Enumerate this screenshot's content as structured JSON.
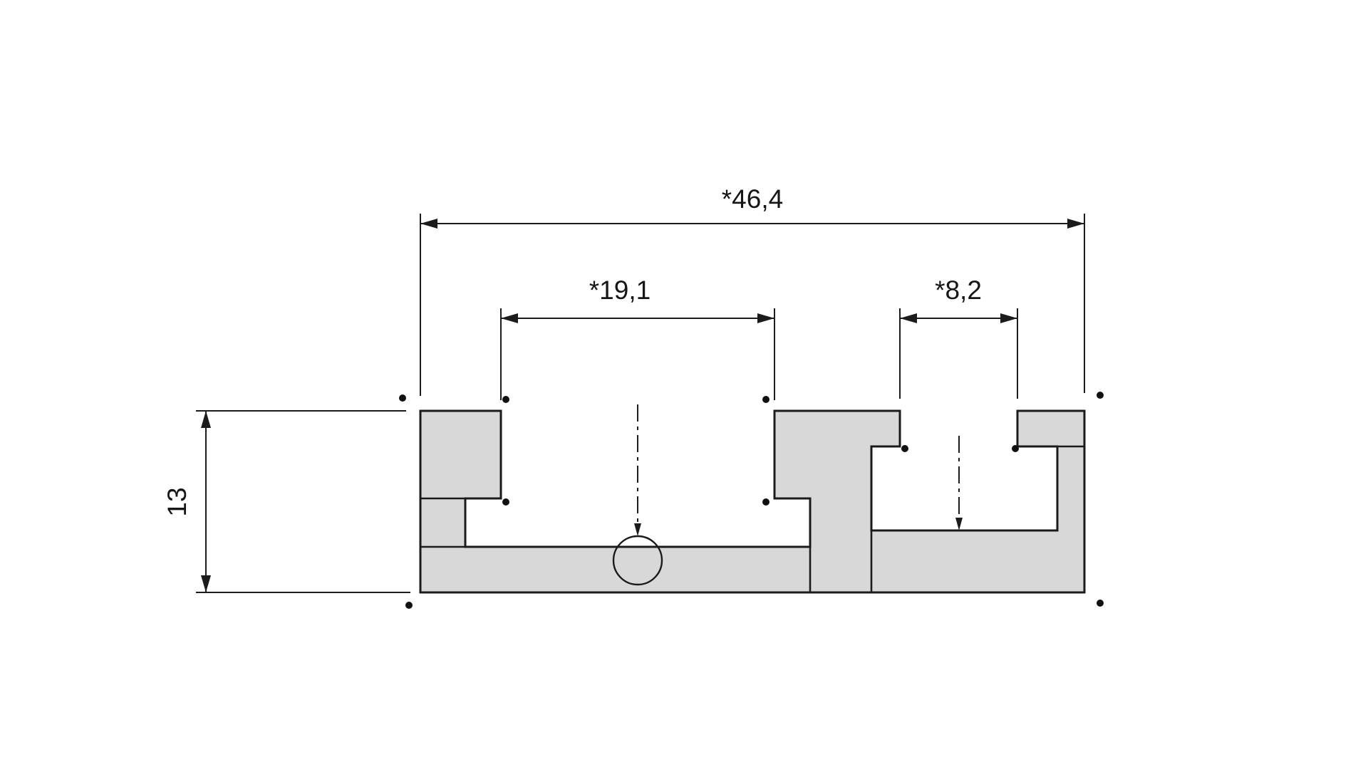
{
  "drawing": {
    "background_color": "#ffffff",
    "line_color": "#1b1b1b",
    "profile_fill_color": "#d8d8d8",
    "dimensions": {
      "overall_width": {
        "label": "*46,4"
      },
      "left_slot_width": {
        "label": "*19,1"
      },
      "right_slot_width": {
        "label": "*8,2"
      },
      "height": {
        "label": "13"
      }
    }
  }
}
